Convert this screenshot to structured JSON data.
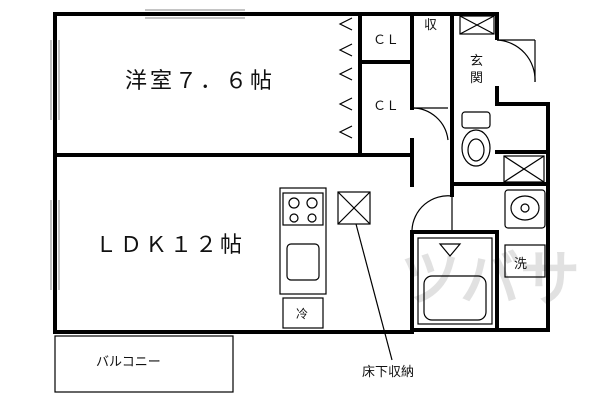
{
  "rooms": {
    "western_room": "洋室７．６帖",
    "ldk": "ＬＤＫ１２帖",
    "closet_upper": "ＣＬ",
    "closet_lower": "ＣＬ",
    "storage": "収",
    "entrance_top": "玄",
    "entrance_bottom": "関",
    "refrigerator": "冷",
    "washer": "洗",
    "balcony": "バルコニー",
    "underfloor_storage": "床下収納"
  },
  "watermark": "ツバサ"
}
